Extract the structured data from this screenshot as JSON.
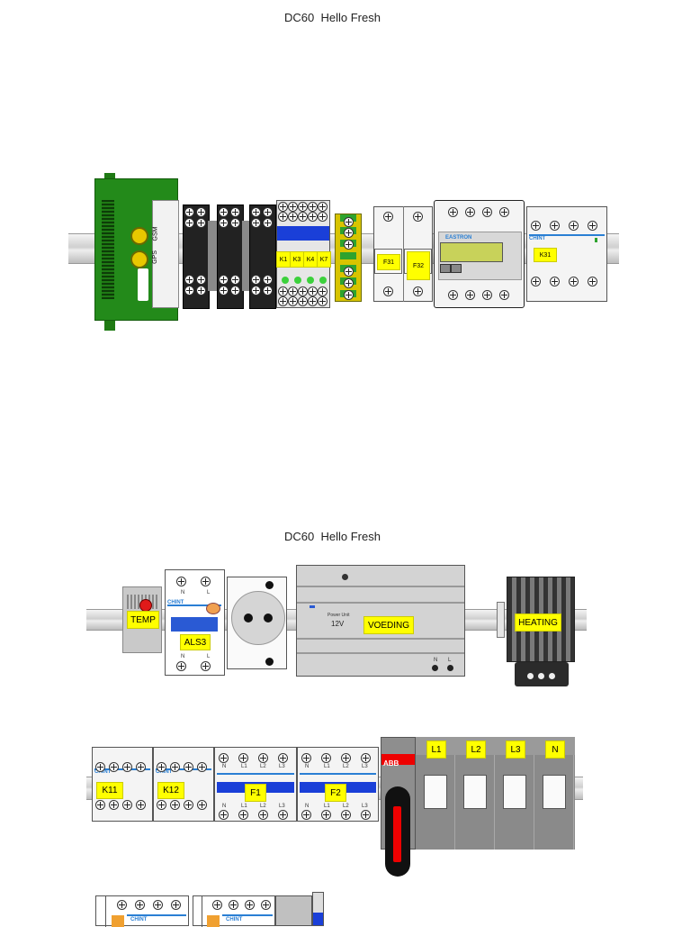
{
  "titles": {
    "top": "DC60  Hello Fresh",
    "bottom": "DC60  Hello Fresh"
  },
  "router": {
    "gsm_label": "GSM",
    "gps_label": "GPS"
  },
  "relays": {
    "k1": "K1",
    "k3": "K3",
    "k4": "K4",
    "k7": "K7"
  },
  "fuses_top": {
    "f31": "F31",
    "f32": "F32"
  },
  "meter": {
    "brand": "EASTRON"
  },
  "contactor_top": {
    "label": "K31",
    "brand": "CHINT"
  },
  "thermostat": {
    "label": "TEMP"
  },
  "breaker_als": {
    "label": "ALS3",
    "brand": "CHINT",
    "terminal_n": "N",
    "terminal_l": "L"
  },
  "psu": {
    "label": "VOEDING",
    "voltage": "12V",
    "subtitle": "Power Unit",
    "terminal_n": "N",
    "terminal_l": "L"
  },
  "heater": {
    "label": "HEATING"
  },
  "row3": {
    "k11": "K11",
    "k12": "K12",
    "f1": "F1",
    "f2": "F2",
    "brand": "CHINT",
    "terms_top": [
      "N",
      "L1",
      "L2",
      "L3"
    ],
    "switch_brand": "ABB",
    "phases": [
      "L1",
      "L2",
      "L3",
      "N"
    ]
  },
  "row4": {
    "brand": "CHINT"
  }
}
